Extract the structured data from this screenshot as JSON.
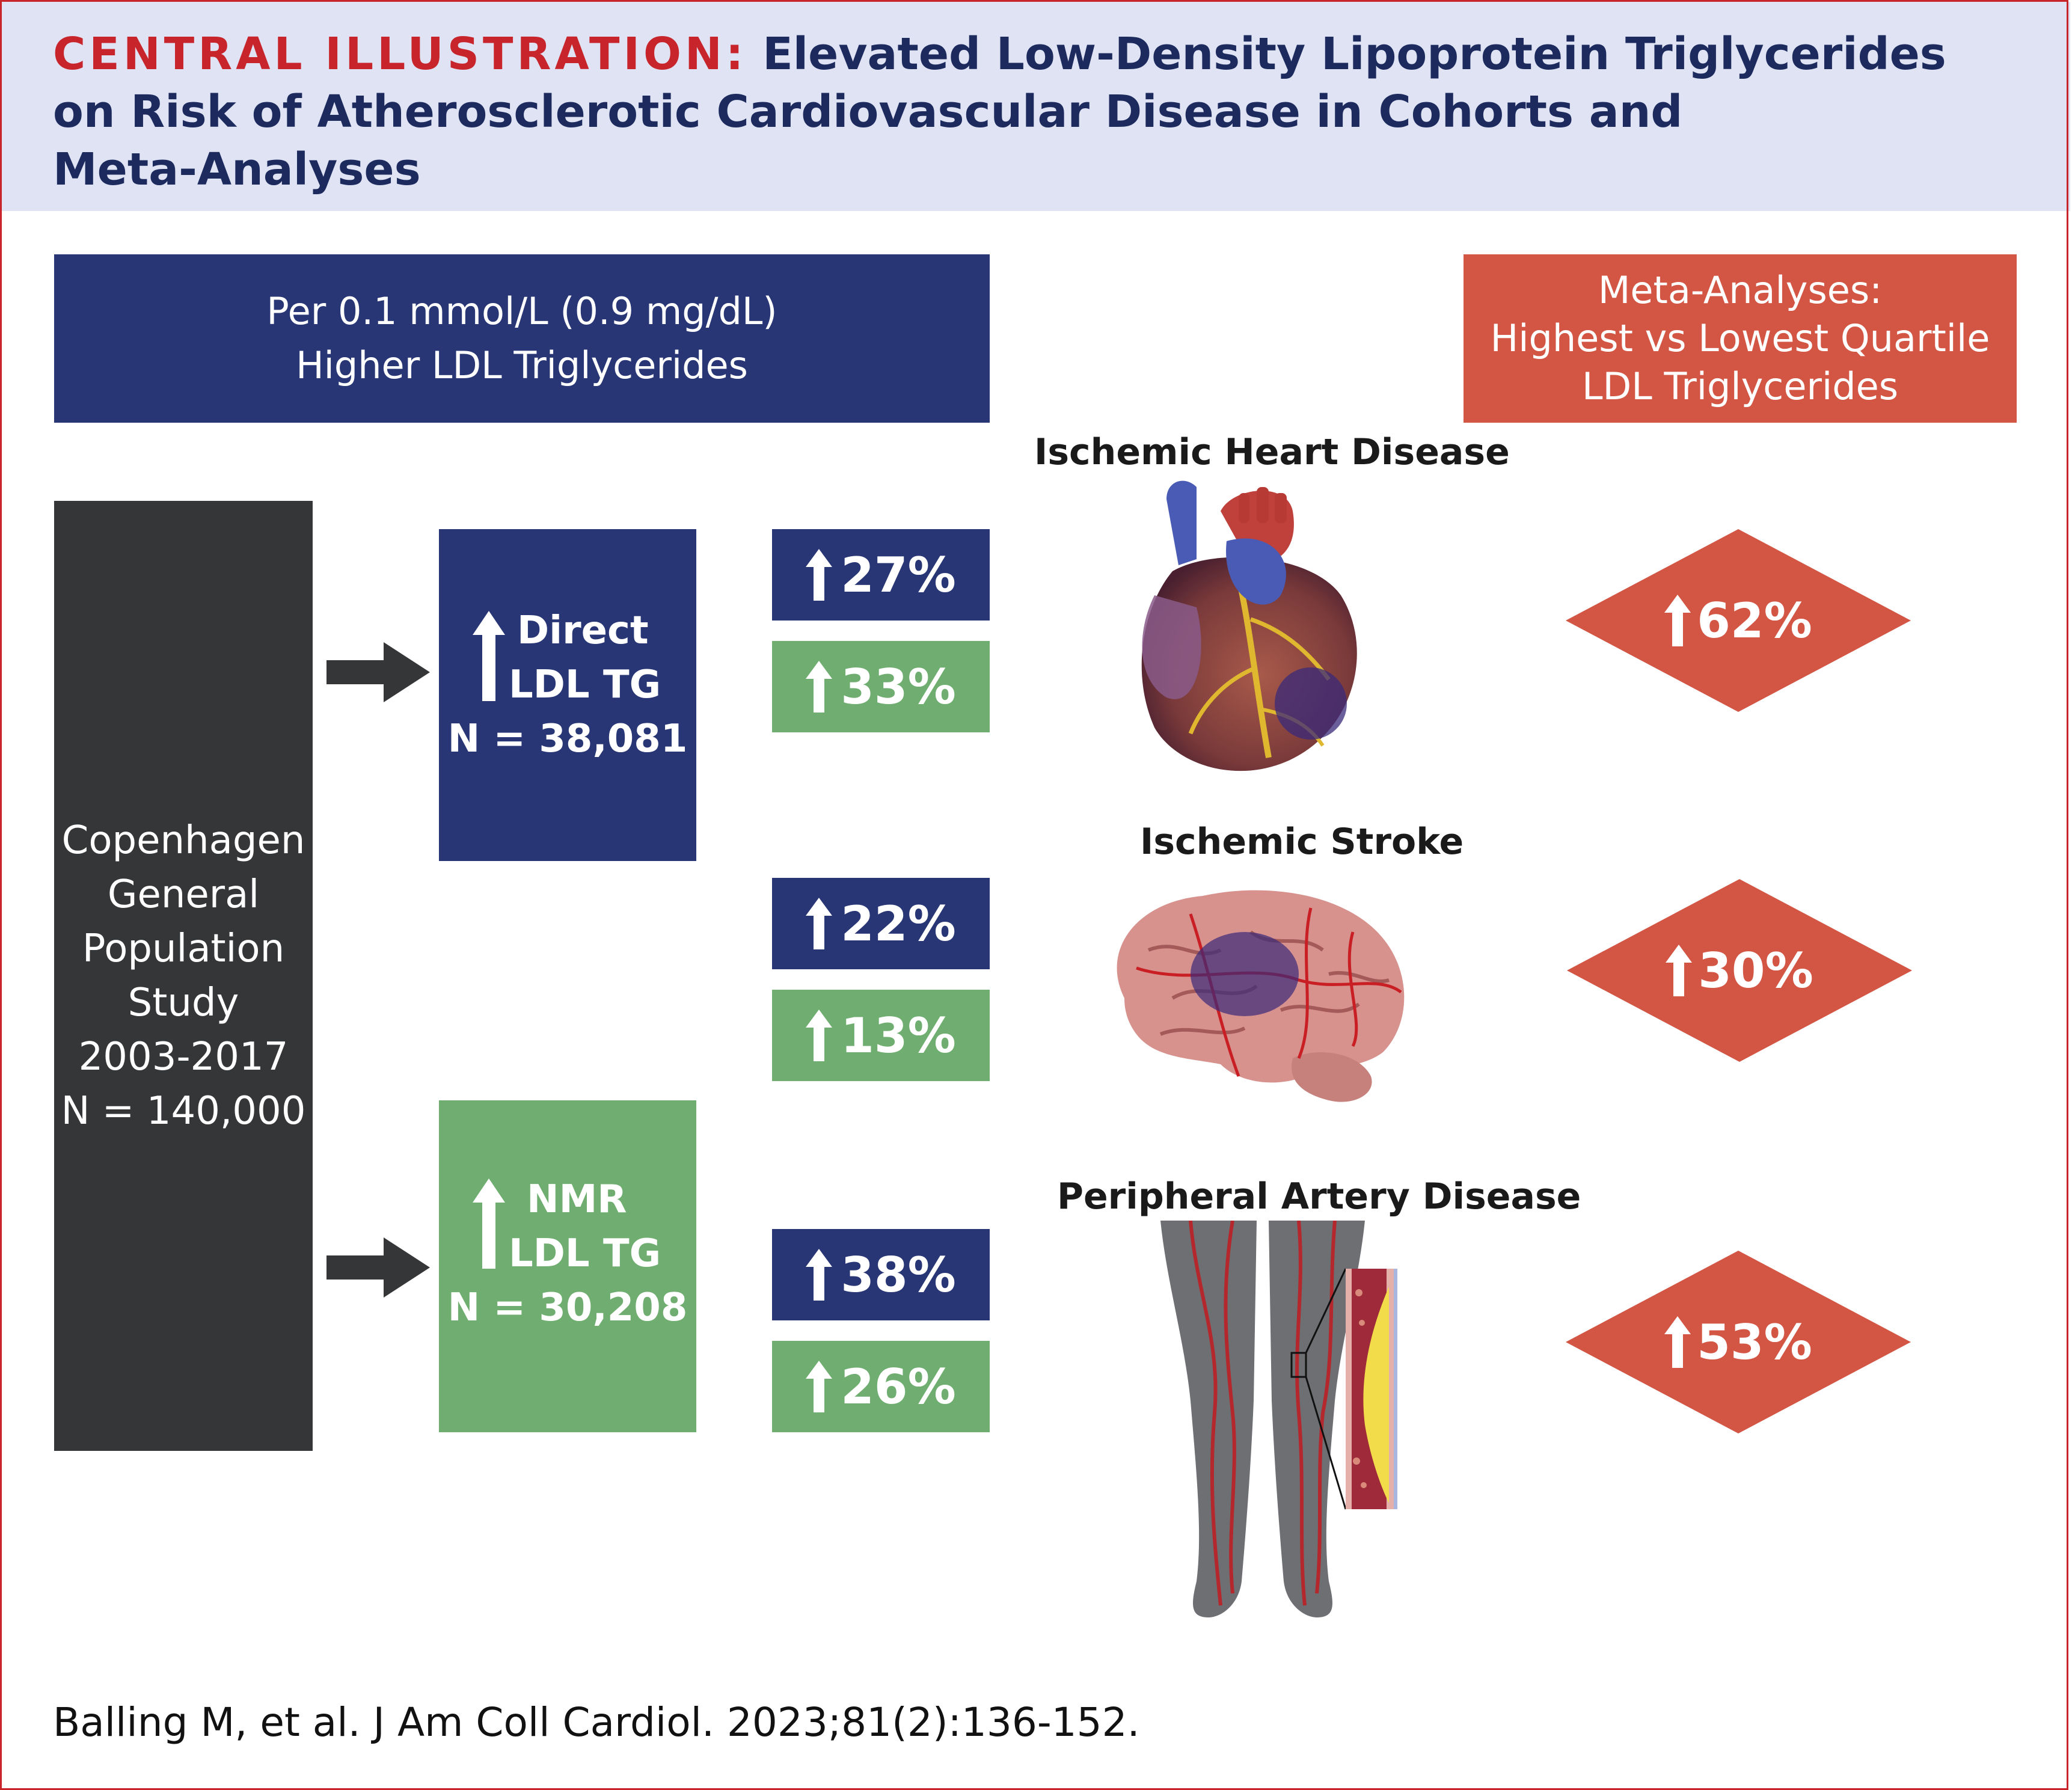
{
  "header": {
    "label": "CENTRAL ILLUSTRATION:",
    "title_line1": "Elevated Low-Density Lipoprotein Triglycerides",
    "title_line2": "on Risk of Atherosclerotic Cardiovascular Disease in Cohorts and",
    "title_line3": "Meta-Analyses"
  },
  "left_header": {
    "line1": "Per 0.1 mmol/L (0.9 mg/dL)",
    "line2": "Higher LDL Triglycerides"
  },
  "right_header": {
    "line1": "Meta-Analyses:",
    "line2": "Highest vs Lowest Quartile",
    "line3": "LDL Triglycerides"
  },
  "cohort": {
    "lines": [
      "Copenhagen",
      "General",
      "Population",
      "Study",
      "2003-2017",
      "N = 140,000"
    ]
  },
  "direct": {
    "line1": "Direct",
    "line2": "LDL TG",
    "n": "N = 38,081"
  },
  "nmr": {
    "line1": "NMR",
    "line2": "LDL TG",
    "n": "N = 30,208"
  },
  "results": {
    "ihd_direct": "27%",
    "ihd_nmr": "33%",
    "stroke_direct": "22%",
    "stroke_nmr": "13%",
    "pad_direct": "38%",
    "pad_nmr": "26%"
  },
  "outcomes": {
    "ihd": "Ischemic Heart Disease",
    "stroke": "Ischemic Stroke",
    "pad": "Peripheral Artery Disease"
  },
  "meta": {
    "ihd": "62%",
    "stroke": "30%",
    "pad": "53%"
  },
  "citation": "Balling M, et al. J Am Coll Cardiol. 2023;81(2):136-152.",
  "colors": {
    "navy": "#283675",
    "green": "#6fae70",
    "dark": "#353638",
    "orange": "#d35544",
    "header_red": "#c8242b",
    "header_navy": "#1c2a5e",
    "header_band": "#dfe3f3"
  },
  "icons": [
    "up-arrow-icon",
    "right-arrow-icon",
    "heart-illustration",
    "brain-illustration",
    "legs-illustration"
  ]
}
